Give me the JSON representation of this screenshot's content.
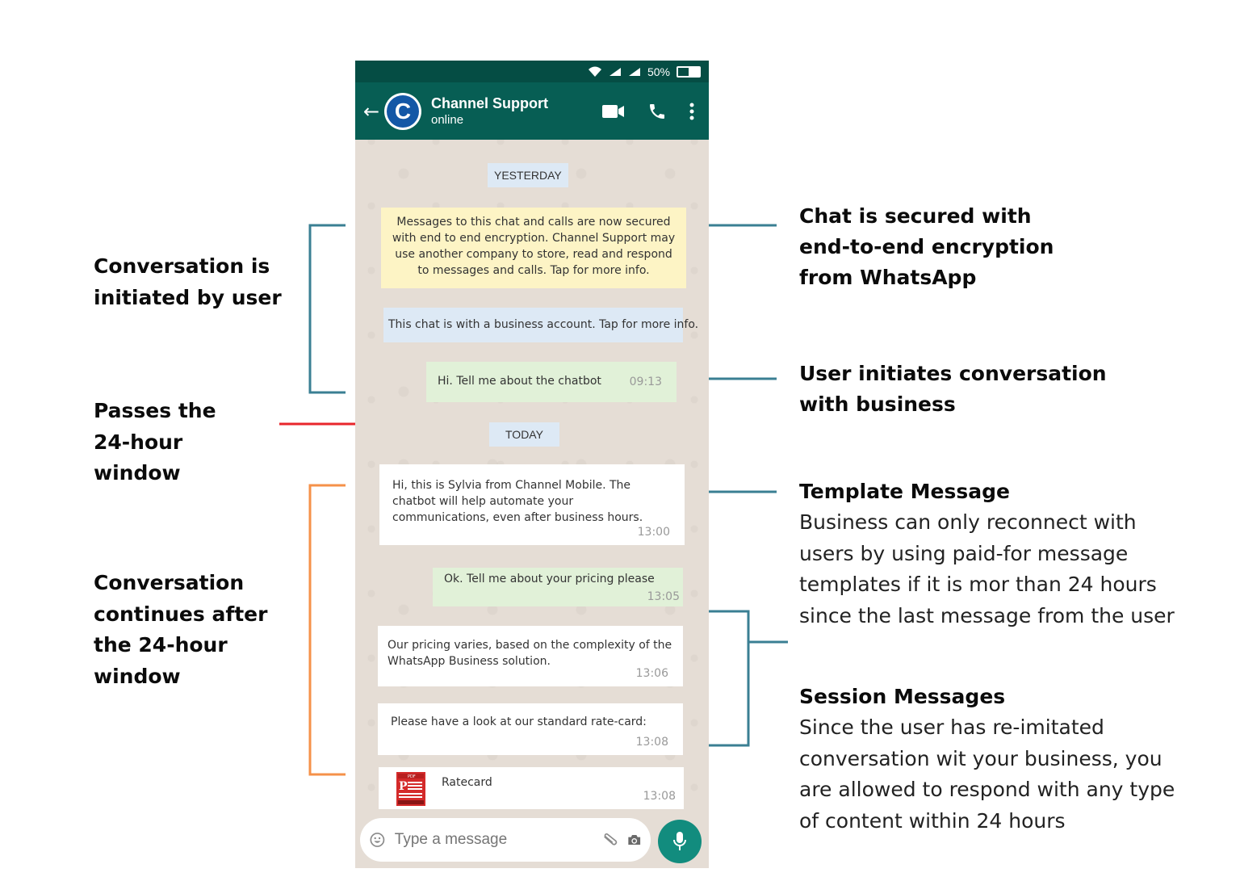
{
  "phone": {
    "status_bar": {
      "battery": "50%"
    },
    "header": {
      "contact_name": "Channel Support",
      "contact_status": "online",
      "avatar_letter": "C"
    },
    "chat": {
      "date_yesterday": "YESTERDAY",
      "encryption_notice": "Messages to this chat and calls are now secured with end to end encryption. Channel Support may use another company to store, read and respond to messages and calls. Tap for more info.",
      "business_notice": "This chat is with a business account. Tap for more info.",
      "date_today": "TODAY",
      "messages": [
        {
          "direction": "out",
          "text": "Hi. Tell me about the chatbot",
          "time": "09:13"
        },
        {
          "direction": "in",
          "text": "Hi, this is Sylvia from Channel Mobile. The chatbot will help automate your communications, even after business hours.",
          "time": "13:00"
        },
        {
          "direction": "out",
          "text": "Ok. Tell me about your pricing please",
          "time": "13:05"
        },
        {
          "direction": "in",
          "text": "Our pricing varies, based on the complexity of the WhatsApp Business solution.",
          "time": "13:06"
        },
        {
          "direction": "in",
          "text": "Please have a look at our standard rate-card:",
          "time": "13:08"
        },
        {
          "direction": "in",
          "text": "Ratecard",
          "time": "13:08",
          "attachment": "pdf-document"
        }
      ]
    },
    "input": {
      "placeholder": "Type a message"
    }
  },
  "annotations": {
    "left": [
      {
        "text": "Conversation is initiated by user"
      },
      {
        "text": "Passes the 24-hour window"
      },
      {
        "text": "Conversation continues after the 24-hour window"
      }
    ],
    "right": [
      {
        "title": "Chat is secured with end-to-end encryption from WhatsApp"
      },
      {
        "title": "User initiates conversation with business"
      },
      {
        "title": "Template Message",
        "body": "Business can only reconnect with users by using paid-for message templates if it is mor than 24 hours since the last message from the user"
      },
      {
        "title": "Session Messages",
        "body": "Since the user has re-imitated conversation wit your business, you are allowed to respond with any type of content within 24 hours"
      }
    ]
  },
  "colors": {
    "teal_bracket": "#3a7f93",
    "red_line": "#e8262b",
    "orange_bracket": "#f59149",
    "header_green": "#075e54"
  }
}
